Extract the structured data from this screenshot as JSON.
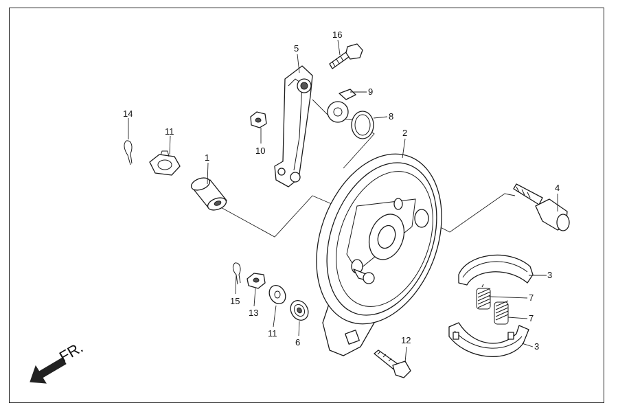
{
  "direction_label": "FR.",
  "callouts": [
    {
      "id": "c1",
      "text": "1"
    },
    {
      "id": "c2",
      "text": "2"
    },
    {
      "id": "c3a",
      "text": "3"
    },
    {
      "id": "c3b",
      "text": "3"
    },
    {
      "id": "c4",
      "text": "4"
    },
    {
      "id": "c5",
      "text": "5"
    },
    {
      "id": "c6",
      "text": "6"
    },
    {
      "id": "c7a",
      "text": "7"
    },
    {
      "id": "c7b",
      "text": "7"
    },
    {
      "id": "c8",
      "text": "8"
    },
    {
      "id": "c9",
      "text": "9"
    },
    {
      "id": "c10",
      "text": "10"
    },
    {
      "id": "c11a",
      "text": "11"
    },
    {
      "id": "c11b",
      "text": "11"
    },
    {
      "id": "c12",
      "text": "12"
    },
    {
      "id": "c13",
      "text": "13"
    },
    {
      "id": "c14",
      "text": "14"
    },
    {
      "id": "c15",
      "text": "15"
    },
    {
      "id": "c16",
      "text": "16"
    }
  ]
}
